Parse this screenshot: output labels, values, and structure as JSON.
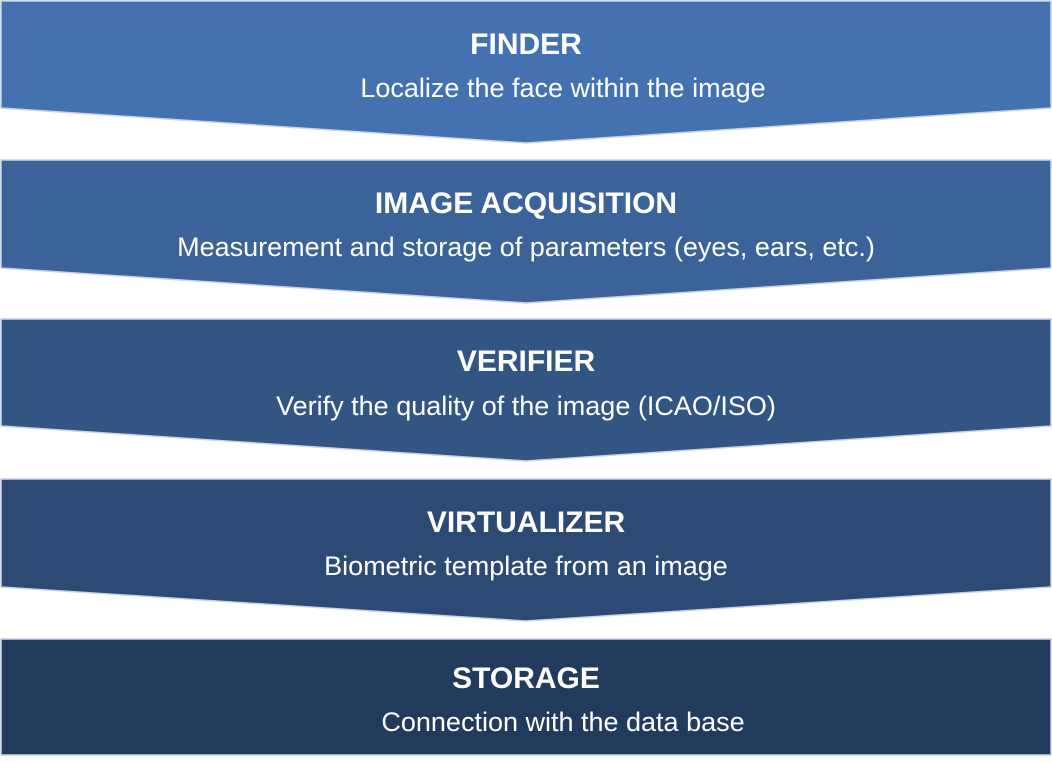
{
  "steps": [
    {
      "title": "FINDER",
      "description": "Localize the face within the image",
      "color": "#4472b0"
    },
    {
      "title": "IMAGE ACQUISITION",
      "description": "Measurement and storage of parameters (eyes, ears, etc.)",
      "color": "#3b6399"
    },
    {
      "title": "VERIFIER",
      "description": "Verify the quality of the image (ICAO/ISO)",
      "color": "#335584"
    },
    {
      "title": "VIRTUALIZER",
      "description": "Biometric template from an image",
      "color": "#2c4a73"
    },
    {
      "title": "STORAGE",
      "description": "Connection with the data base",
      "color": "#223a5c"
    }
  ]
}
